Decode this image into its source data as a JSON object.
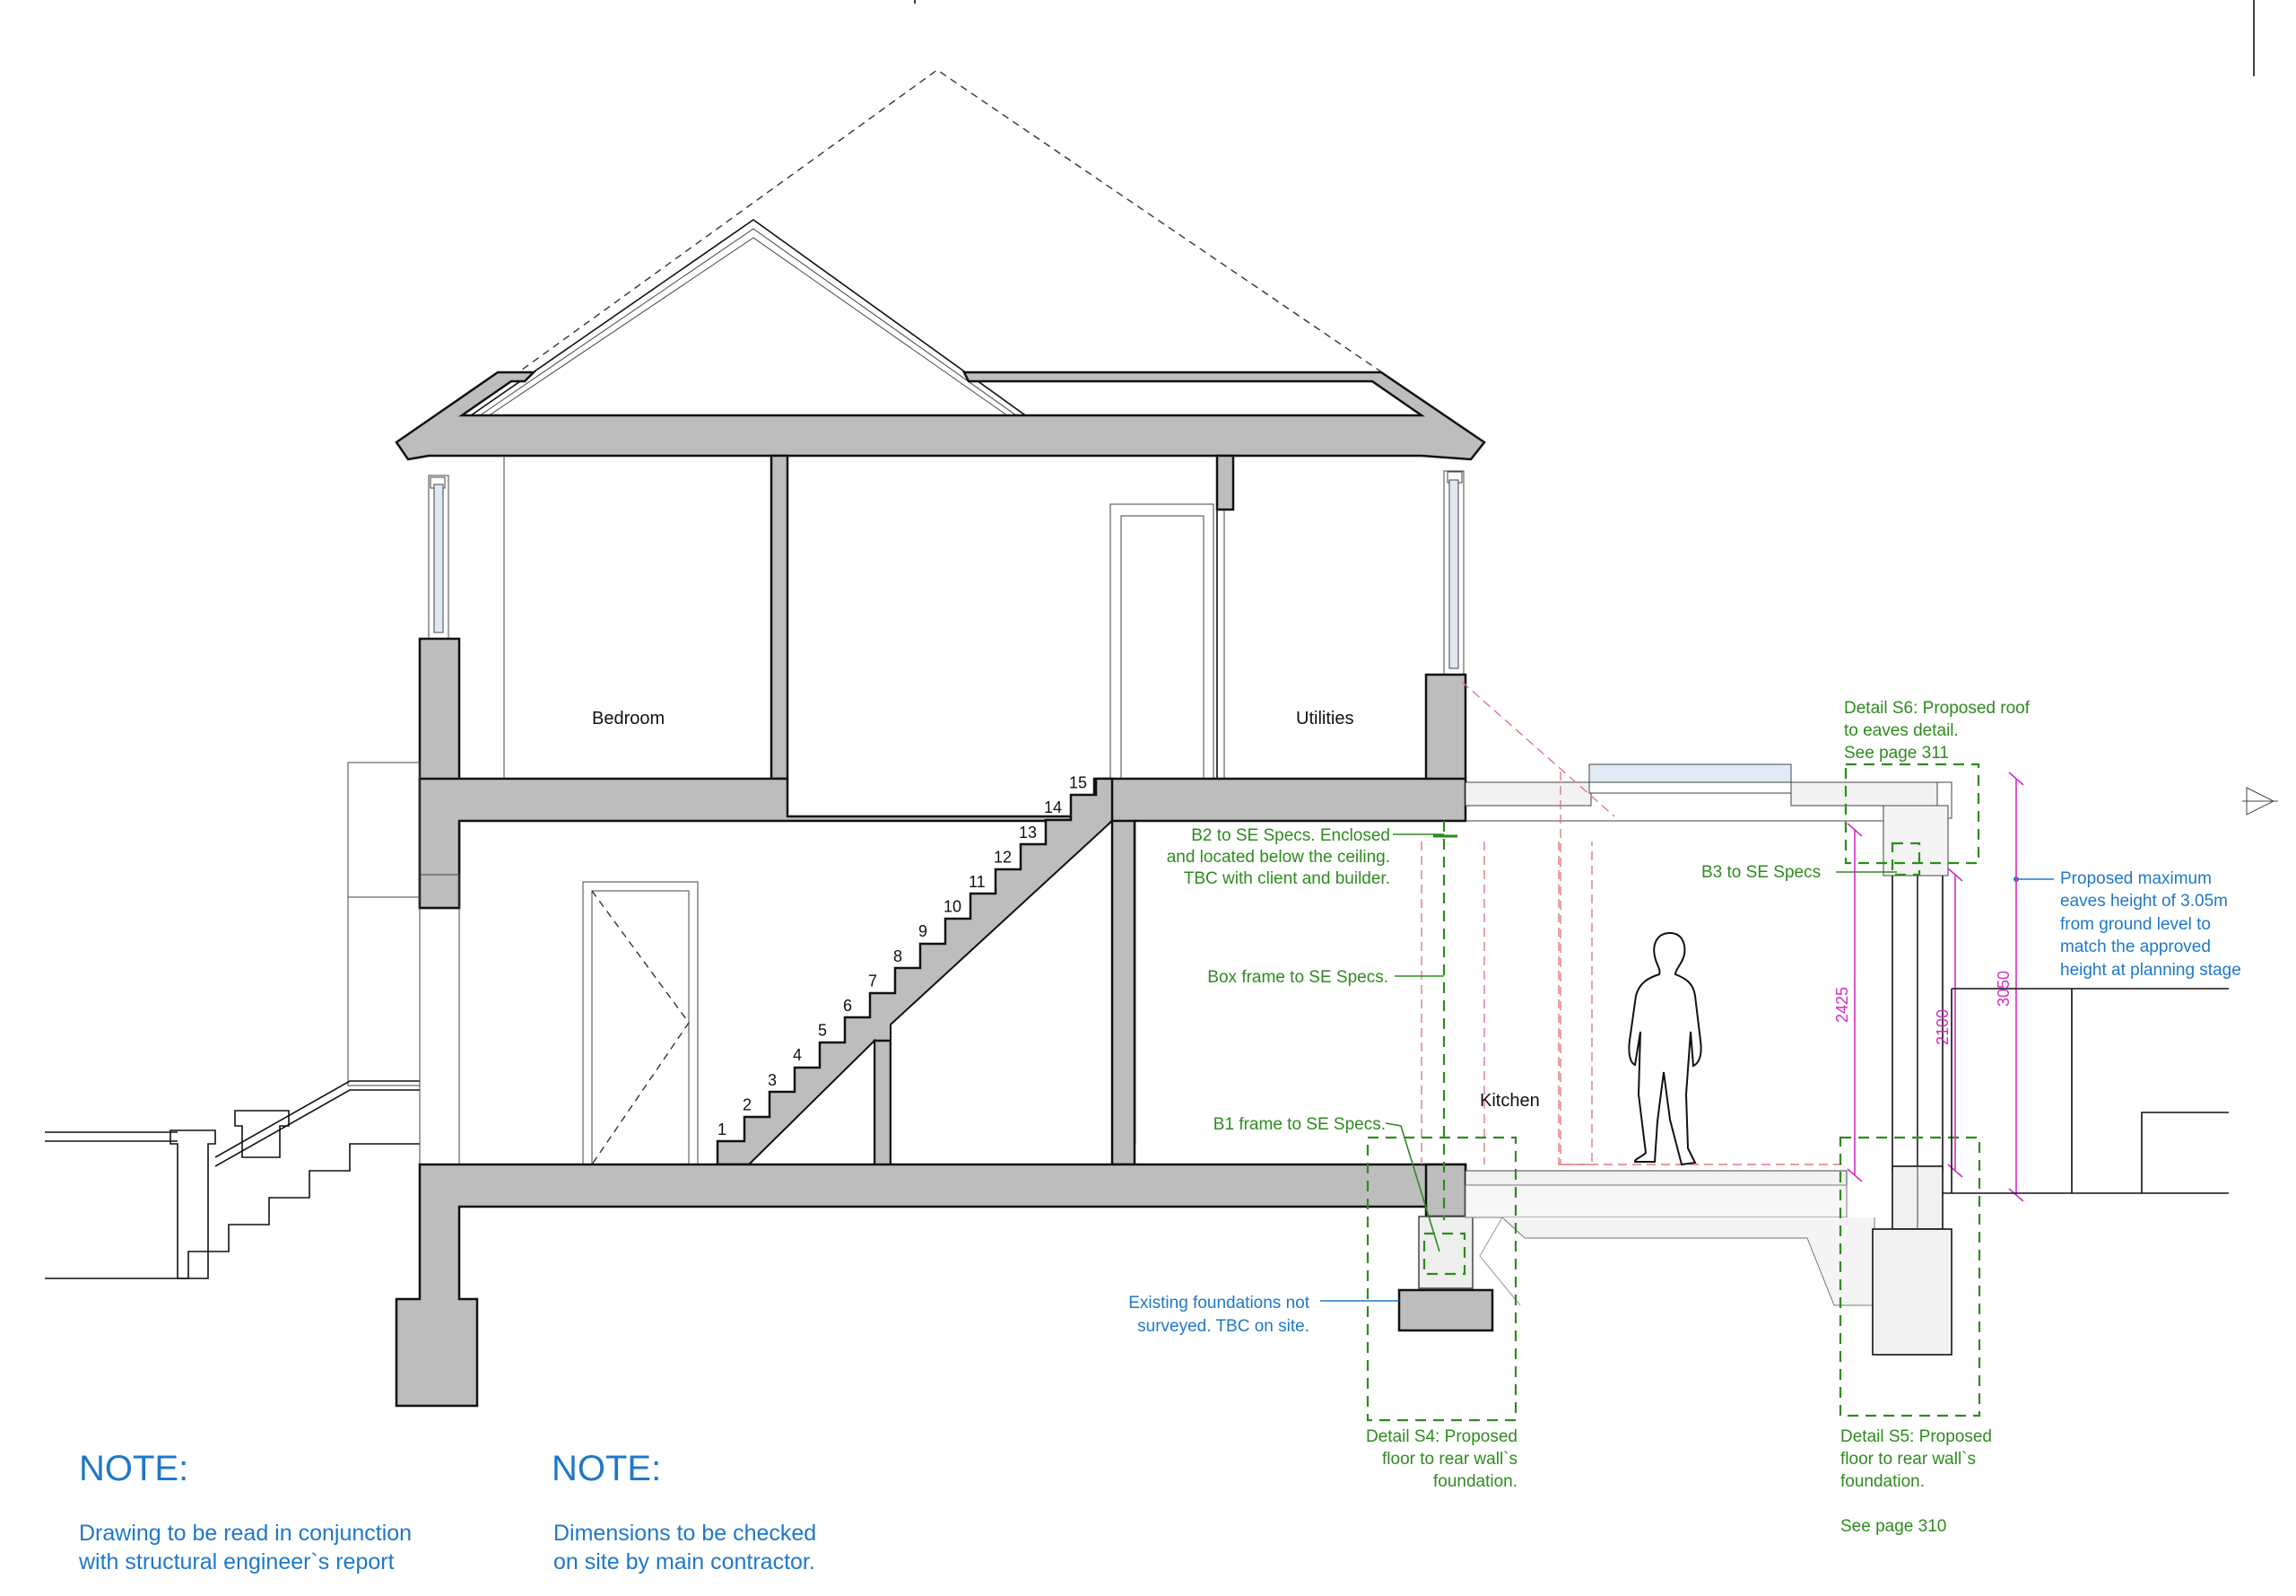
{
  "rooms": {
    "bedroom": "Bedroom",
    "utilities": "Utilities",
    "kitchen": "Kitchen"
  },
  "stairs": [
    "1",
    "2",
    "3",
    "4",
    "5",
    "6",
    "7",
    "8",
    "9",
    "10",
    "11",
    "12",
    "13",
    "14",
    "15"
  ],
  "annotations": {
    "detail_s6": [
      "Detail S6: Proposed roof",
      "to eaves detail.",
      "See page 311"
    ],
    "b3": "B3 to SE Specs",
    "b2": [
      "B2 to SE Specs. Enclosed",
      "and located below the ceiling.",
      "TBC with client and builder."
    ],
    "box_frame": "Box frame to SE Specs.",
    "b1": "B1 frame to SE Specs.",
    "existing_foundations": [
      "Existing foundations not",
      "surveyed. TBC on site."
    ],
    "detail_s4": [
      "Detail S4: Proposed",
      "floor to rear wall`s",
      "foundation."
    ],
    "detail_s5": [
      "Detail S5: Proposed",
      "floor to rear wall`s",
      "foundation."
    ],
    "see_page_310": "See page 310",
    "eaves_note": [
      "Proposed maximum",
      "eaves height of 3.05m",
      "from ground level to",
      "match the approved",
      "height at planning stage"
    ]
  },
  "dimensions": {
    "d2425": "2425",
    "d2100": "2100",
    "d3050": "3050"
  },
  "notes": [
    {
      "heading": "NOTE:",
      "lines": [
        "Drawing to be read in conjunction",
        "with structural engineer`s report"
      ]
    },
    {
      "heading": "NOTE:",
      "lines": [
        "Dimensions to be checked",
        "on site by main contractor."
      ]
    }
  ],
  "colors": {
    "annotation_green": "#2e8b1f",
    "annotation_blue": "#1f78c8",
    "dimension_magenta": "#d42cc4",
    "wall_fill": "#bdbdbd"
  }
}
